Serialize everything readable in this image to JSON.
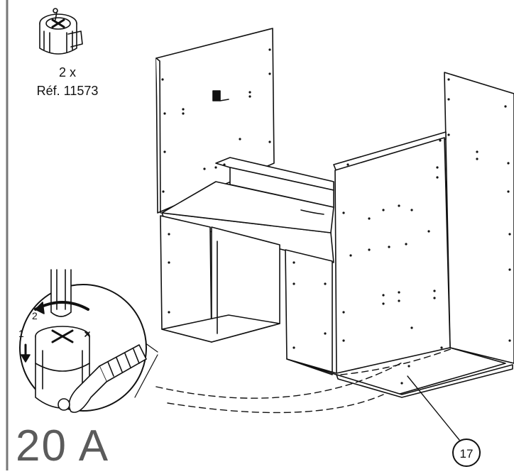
{
  "hardware": {
    "quantity": "2 x",
    "reference": "Réf. 11573",
    "icon": "cam-lock-fitting-icon"
  },
  "step": {
    "label": "20 A"
  },
  "detail": {
    "rotate_step": "2",
    "push_step": "1",
    "tool": "screwdriver-icon"
  },
  "callout": {
    "part_number": "17"
  },
  "colors": {
    "line": "#111111",
    "step_text": "#5b5b5b",
    "margin_bar": "#777777"
  }
}
